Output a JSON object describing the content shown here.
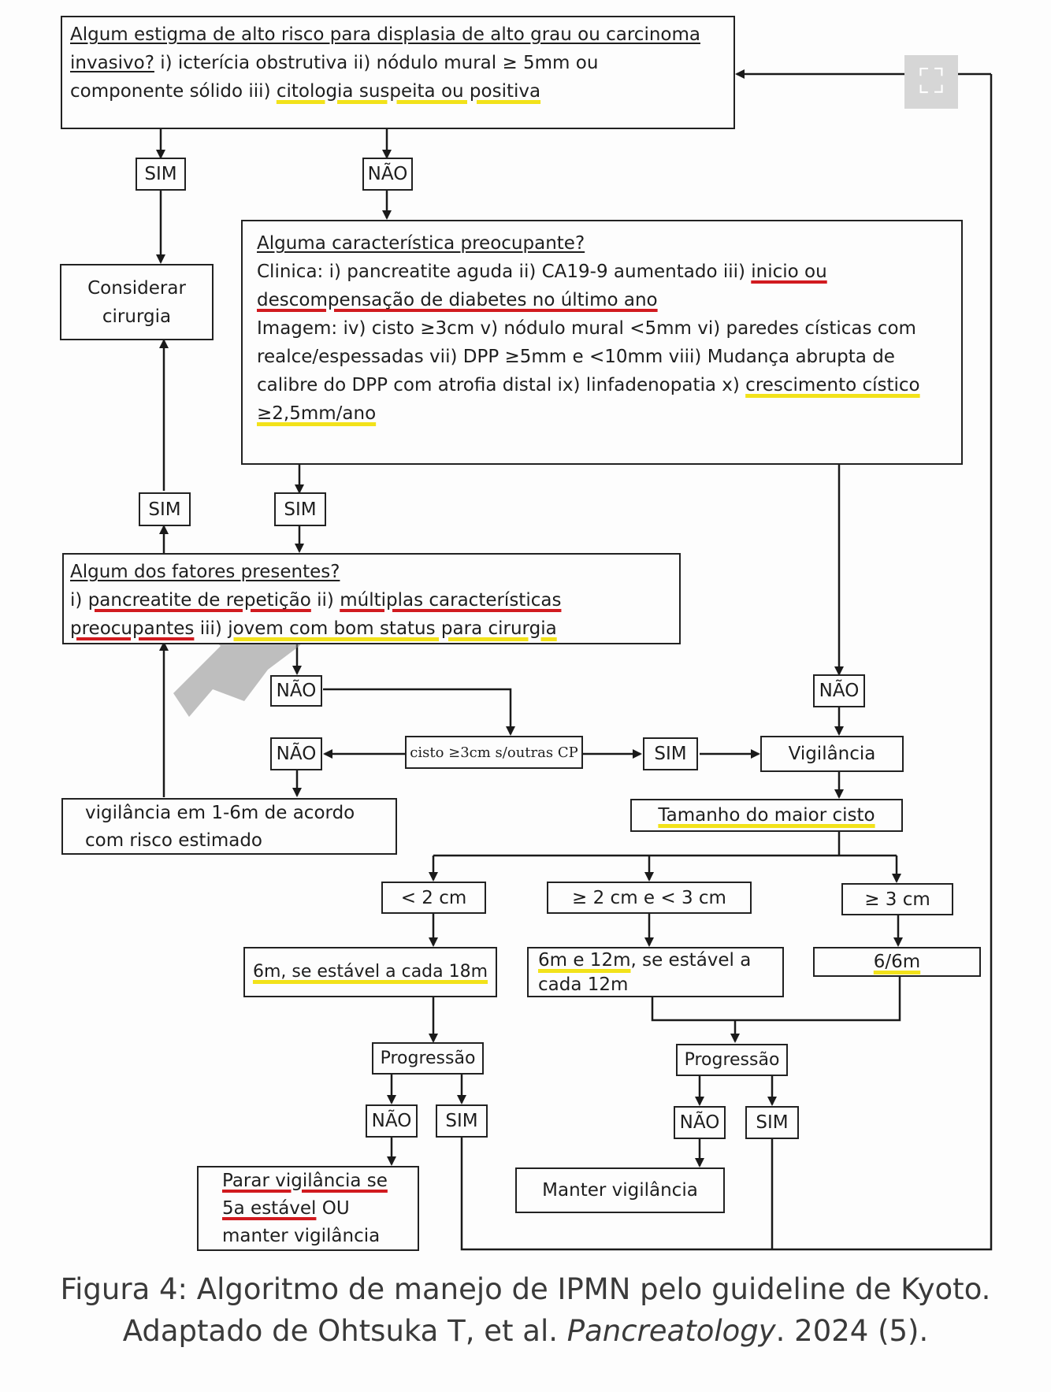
{
  "header_question": {
    "p1": "Algum estigma de alto risco para displasia de alto grau ou carcinoma",
    "p2": "invasivo?",
    "p3": " i) icterícia obstrutiva ii) nódulo mural ≥ 5mm ou",
    "p4": "componente sólido iii) ",
    "p5": "citologia suspeita ou positiva"
  },
  "labels": {
    "sim": "SIM",
    "nao": "NÃO"
  },
  "consider_surgery": "Considerar cirurgia",
  "worrisome": {
    "title": "Alguma característica preocupante?",
    "c1": "Clinica: i) pancreatite aguda ii) CA19-9 aumentado iii) ",
    "c2": "inicio ou descompensação de diabetes no último ano",
    "i1": "Imagem: iv) cisto ≥3cm v) nódulo mural <5mm vi) paredes císticas com realce/espessadas vii) DPP ≥5mm e <10mm viii) Mudança abrupta de calibre do DPP com atrofia distal ix) linfadenopatia x) ",
    "i2": "crescimento cístico ≥2,5mm/ano"
  },
  "factors": {
    "title": "Algum dos fatores presentes?",
    "a1": "i) ",
    "a2": "pancreatite de repetição",
    "a3": " ii) ",
    "a4": "múltiplas características preocupantes",
    "a5": " iii) ",
    "a6": "jovem com bom status para cirurgia"
  },
  "cyst_no_other": "cisto ≥3cm s/outras CP",
  "surveillance": "Vigilância",
  "largest_cyst": "Tamanho do maior cisto",
  "surv_1_6": "vigilância em 1-6m de acordo com risco estimado",
  "sizes": {
    "lt2": "< 2 cm",
    "mid": "≥  2 cm e < 3 cm",
    "ge3": "≥  3 cm"
  },
  "intervals": {
    "lt2_a": "6m, se estável a cada 18m",
    "mid_a": "6m e 12m",
    "mid_b": ", se estável a cada 12m",
    "ge3_a": "6/6m"
  },
  "progression": "Progressão",
  "stop_surv": {
    "a": "Parar vigilância se",
    "b": "5a estável",
    "c": " OU manter vigilância"
  },
  "keep_surv": "Manter vigilância",
  "caption": {
    "a": "Figura 4: Algoritmo de manejo de IPMN pelo guideline de Kyoto. Adaptado de Ohtsuka T, et al. ",
    "b": "Pancreatology",
    "c": ". 2024 (5)."
  },
  "icons": [
    "expand-icon",
    "watermark-icon"
  ]
}
